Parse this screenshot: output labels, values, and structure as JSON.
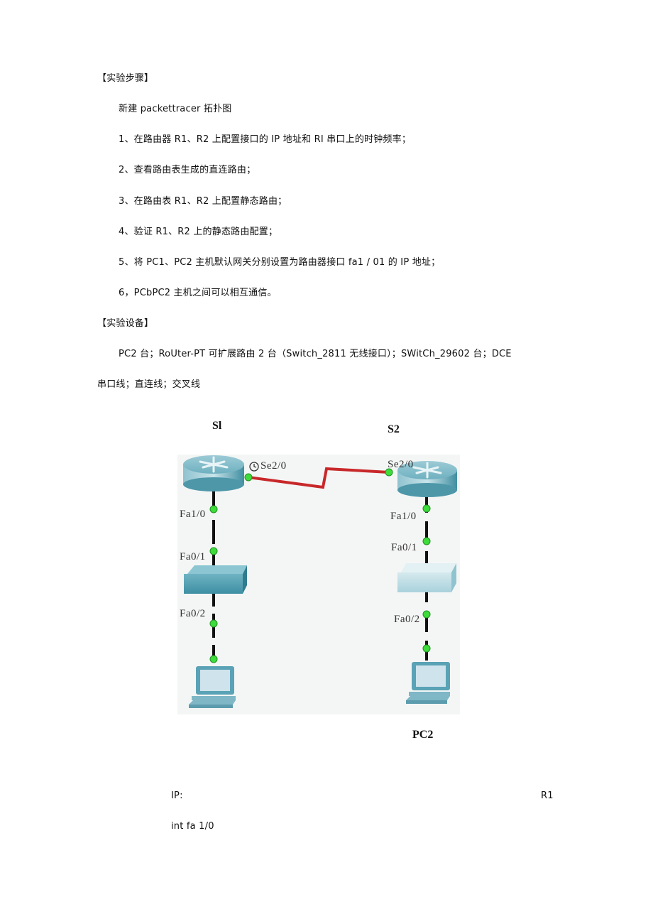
{
  "document": {
    "sections": [
      {
        "heading": "【实验步骤】",
        "intro": "新建 packettracer 拓扑图",
        "steps": [
          "1、在路由器 R1、R2 上配置接口的 IP 地址和 RI 串口上的时钟频率；",
          "2、查看路由表生成的直连路由；",
          "3、在路由表 R1、R2 上配置静态路由；",
          "4、验证 R1、R2 上的静态路由配置；",
          "5、将 PC1、PC2 主机默认网关分别设置为路由器接口 fa1 / 01 的 IP 地址；",
          "6，PCbPC2 主机之间可以相互通信。"
        ]
      },
      {
        "heading": "【实验设备】",
        "body_line1": "PC2 台；RoUter-PT 可扩展路由 2 台（Switch_2811 无线接口）；SWitCh_29602 台；DCE",
        "body_line2": "串口线；直连线；交叉线"
      }
    ],
    "diagram": {
      "labels": {
        "left_router": "Sl",
        "right_router": "S2",
        "right_pc": "PC2"
      },
      "ports": {
        "left_serial": "Se2/0",
        "right_serial": "Se2/0",
        "left_router_fa": "Fa1/0",
        "left_switch_up": "Fa0/1",
        "left_switch_down": "Fa0/2",
        "right_router_fa": "Fa1/0",
        "right_switch_up": "Fa0/1",
        "right_switch_down": "Fa0/2"
      },
      "colors": {
        "serial_link": "#c8282a",
        "ethernet_link": "#111111",
        "port_dot": "#3ddc3a",
        "device_teal": "#5aa8b8",
        "device_light": "#b9dbe3"
      }
    },
    "footer": {
      "ip_label": "IP:",
      "router_label": "R1",
      "command": "int fa 1/0"
    }
  }
}
